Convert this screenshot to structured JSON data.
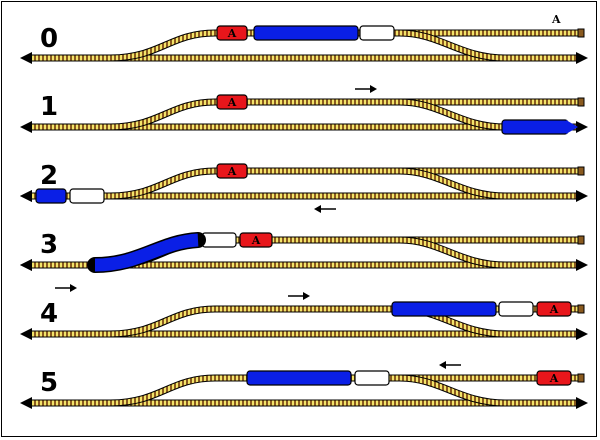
{
  "colors": {
    "track_base": "#8a5a1f",
    "track_tie": "#f3e46a",
    "loco": "#e8161b",
    "car_blue": "#0a1fe6",
    "car_white": "#ffffff",
    "outline": "#000000"
  },
  "corner_label": "A",
  "steps": [
    {
      "number": "0",
      "tracks": {
        "upper": "siding",
        "lower": "main"
      },
      "arrow": null,
      "train": [
        {
          "kind": "loco",
          "track": "upper",
          "label": "A"
        },
        {
          "kind": "car-blue",
          "track": "upper"
        },
        {
          "kind": "car-white",
          "track": "upper"
        }
      ]
    },
    {
      "number": "1",
      "tracks": {
        "upper": "siding",
        "lower": "main"
      },
      "arrow": {
        "direction": "right",
        "near": "upper"
      },
      "train": [
        {
          "kind": "loco",
          "track": "upper",
          "label": "A"
        },
        {
          "kind": "car-blue",
          "track": "lower"
        }
      ]
    },
    {
      "number": "2",
      "tracks": {
        "upper": "siding",
        "lower": "main"
      },
      "arrow": {
        "direction": "left",
        "near": "lower"
      },
      "train": [
        {
          "kind": "car-blue",
          "track": "lower"
        },
        {
          "kind": "car-white",
          "track": "lower"
        },
        {
          "kind": "loco",
          "track": "upper",
          "label": "A"
        }
      ]
    },
    {
      "number": "3",
      "tracks": {
        "upper": "siding",
        "lower": "main"
      },
      "arrow": {
        "direction": "right",
        "near": "lower"
      },
      "train": [
        {
          "kind": "car-blue",
          "track": "curve"
        },
        {
          "kind": "car-white",
          "track": "upper"
        },
        {
          "kind": "loco",
          "track": "upper",
          "label": "A"
        }
      ]
    },
    {
      "number": "4",
      "tracks": {
        "upper": "siding",
        "lower": "main"
      },
      "arrow": {
        "direction": "right",
        "near": "upper"
      },
      "train": [
        {
          "kind": "car-blue",
          "track": "upper"
        },
        {
          "kind": "car-white",
          "track": "upper"
        },
        {
          "kind": "loco",
          "track": "upper",
          "label": "A"
        }
      ]
    },
    {
      "number": "5",
      "tracks": {
        "upper": "siding",
        "lower": "main"
      },
      "arrow": {
        "direction": "left",
        "near": "upper"
      },
      "train": [
        {
          "kind": "car-blue",
          "track": "upper"
        },
        {
          "kind": "car-white",
          "track": "upper"
        },
        {
          "kind": "loco",
          "track": "upper",
          "label": "A"
        }
      ]
    }
  ]
}
